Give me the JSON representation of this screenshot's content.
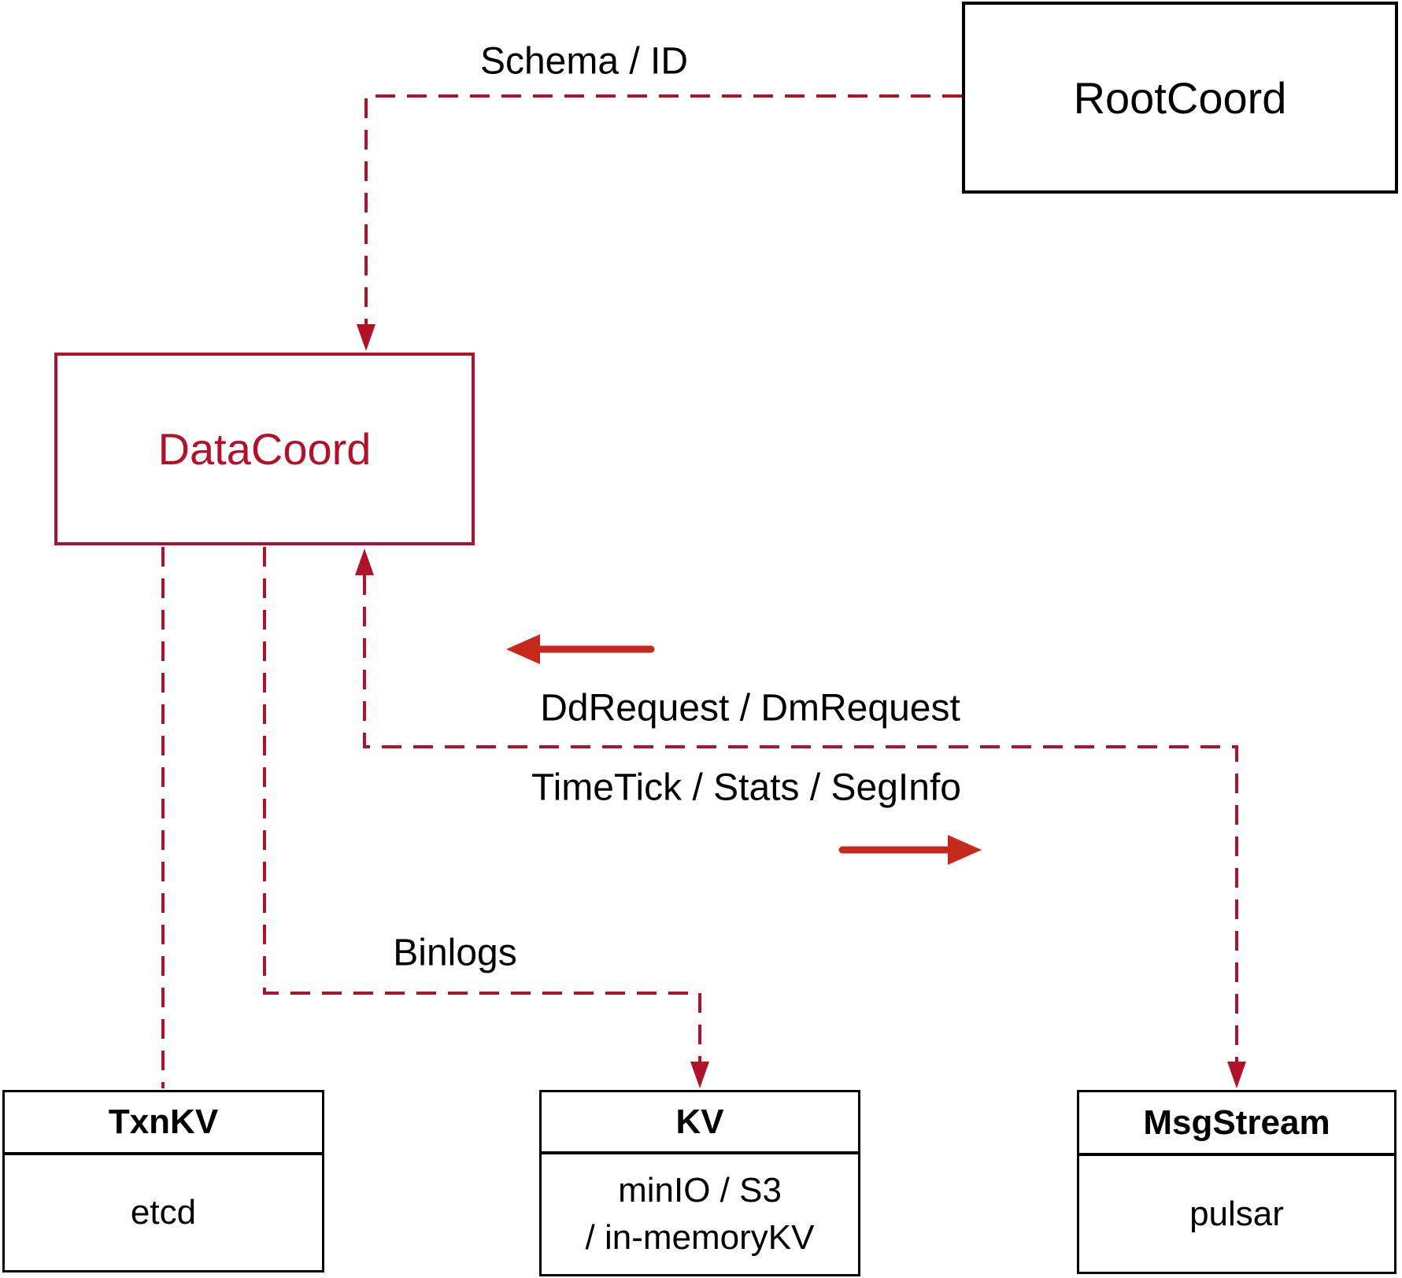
{
  "colors": {
    "crimson": "#b0122b",
    "arrow_red": "#c6291b",
    "ink": "#000000",
    "background": "#ffffff"
  },
  "nodes": {
    "rootcoord": {
      "label": "RootCoord"
    },
    "datacoord": {
      "label": "DataCoord"
    },
    "txnkv": {
      "title": "TxnKV",
      "body": "etcd"
    },
    "kv": {
      "title": "KV",
      "body_line1": "minIO / S3",
      "body_line2": "/ in-memoryKV"
    },
    "msgstream": {
      "title": "MsgStream",
      "body": "pulsar"
    }
  },
  "edges": {
    "schema_id": {
      "label": "Schema / ID",
      "from": "RootCoord",
      "to": "DataCoord",
      "style": "dashed-arrow"
    },
    "datacoord_txnkv": {
      "label": "",
      "from": "DataCoord",
      "to": "TxnKV",
      "style": "dashed"
    },
    "binlogs": {
      "label": "Binlogs",
      "from": "DataCoord",
      "to": "KV",
      "style": "dashed-arrow"
    },
    "feedback": {
      "label_to_datacoord": "DdRequest / DmRequest",
      "label_to_msgstream": "TimeTick / Stats / SegInfo",
      "from": "MsgStream",
      "to": "DataCoord",
      "style": "dashed-double-arrow"
    }
  }
}
